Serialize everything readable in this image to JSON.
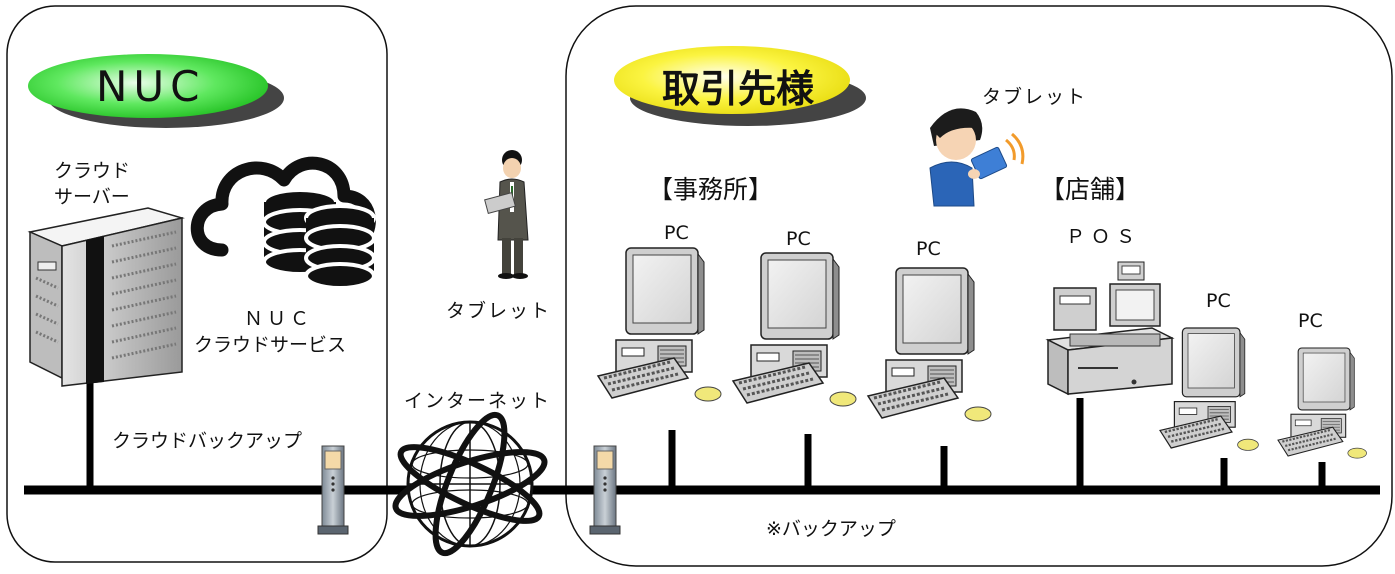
{
  "nuc_panel": {
    "badge": "NUC",
    "server_label_1": "クラウド",
    "server_label_2": "サーバー",
    "service_label_1": "ＮＵＣ",
    "service_label_2": "クラウドサービス",
    "backup_label": "クラウドバックアップ",
    "badge_color": "#3ee03e"
  },
  "middle": {
    "tablet_label": "タブレット",
    "internet_label": "インターネット"
  },
  "client_panel": {
    "badge": "取引先様",
    "badge_color": "#f7f01e",
    "tablet_label": "タブレット",
    "office_label": "【事務所】",
    "store_label": "【店舗】",
    "pc_labels": [
      "PC",
      "PC",
      "PC",
      "PC",
      "PC"
    ],
    "pos_label": "ＰＯＳ",
    "backup_label": "※バックアップ"
  }
}
